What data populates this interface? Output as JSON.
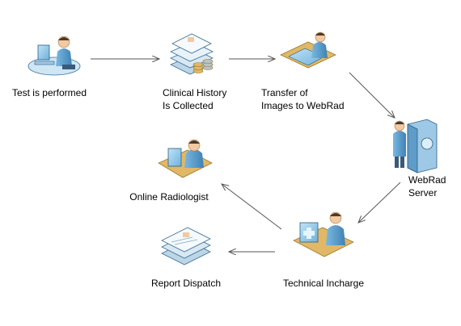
{
  "nodes": {
    "test": {
      "label": "Test is performed",
      "icon": "technician-at-workstation-icon"
    },
    "history": {
      "line1": "Clinical History",
      "line2": "Is Collected",
      "icon": "documents-and-database-icon"
    },
    "transfer": {
      "line1": "Transfer of",
      "line2": "Images to WebRad",
      "icon": "person-at-computer-desk-icon"
    },
    "server": {
      "line1": "WebRad",
      "line2": "Server",
      "icon": "person-with-server-icon"
    },
    "incharge": {
      "label": "Technical Incharge",
      "icon": "technician-viewing-image-icon"
    },
    "radiologist": {
      "label": "Online Radiologist",
      "icon": "radiologist-at-desk-icon"
    },
    "dispatch": {
      "label": "Report Dispatch",
      "icon": "report-documents-icon"
    }
  },
  "colors": {
    "arrow": "#555555",
    "person": "#5a9bc8",
    "skin": "#f2c9a0",
    "desk": "#e0b866",
    "paper": "#e8f2f8",
    "outline": "#3a6f96"
  }
}
